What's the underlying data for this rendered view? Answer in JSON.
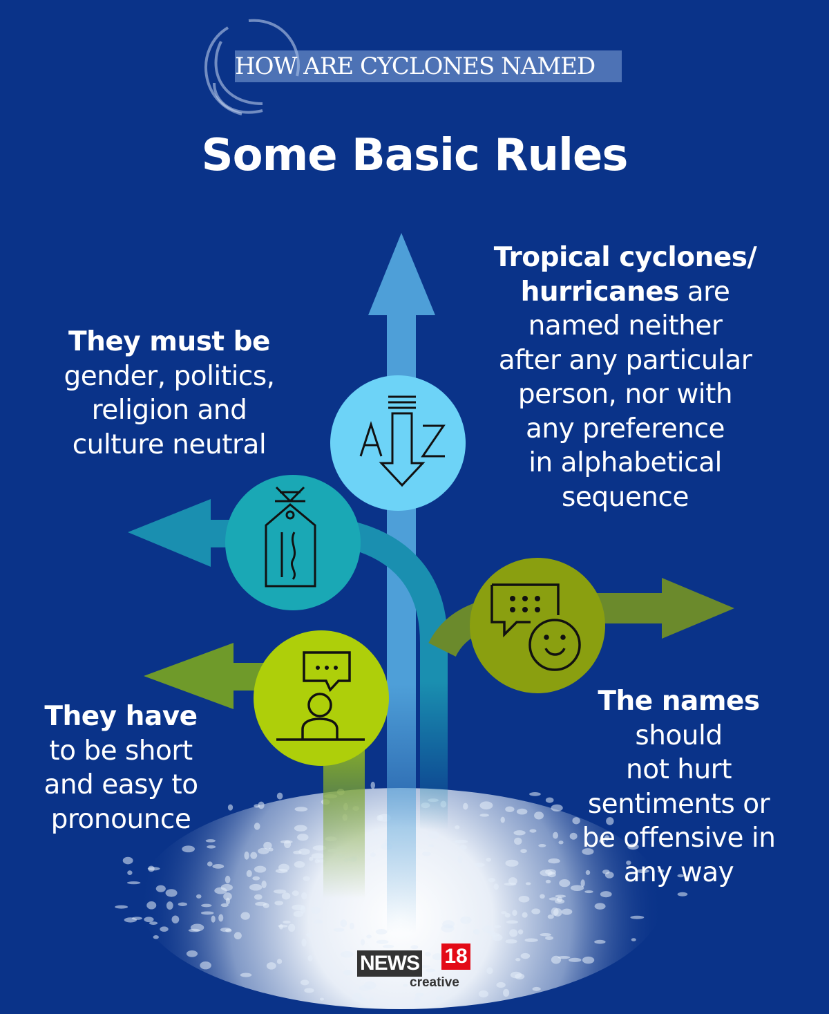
{
  "header": {
    "kicker": "HOW ARE CYCLONES NAMED",
    "title": "Some Basic Rules"
  },
  "rules": [
    {
      "id": "neutral",
      "icon": "tag-icon",
      "lines": [
        [
          {
            "b": "They must be"
          }
        ],
        [
          {
            "t": "gender, politics,"
          }
        ],
        [
          {
            "t": "religion and"
          }
        ],
        [
          {
            "t": "culture neutral"
          }
        ]
      ]
    },
    {
      "id": "no-person",
      "icon": "a-to-z-sort-icon",
      "lines": [
        [
          {
            "b": "Tropical cyclones/"
          }
        ],
        [
          {
            "b": "hurricanes"
          },
          {
            "t": " are"
          }
        ],
        [
          {
            "t": "named neither"
          }
        ],
        [
          {
            "t": "after any particular"
          }
        ],
        [
          {
            "t": "person, nor with"
          }
        ],
        [
          {
            "t": "any preference"
          }
        ],
        [
          {
            "t": "in alphabetical"
          }
        ],
        [
          {
            "t": "sequence"
          }
        ]
      ]
    },
    {
      "id": "short",
      "icon": "speaker-icon",
      "lines": [
        [
          {
            "b": "They have"
          }
        ],
        [
          {
            "t": "to be short"
          }
        ],
        [
          {
            "t": "and easy to"
          }
        ],
        [
          {
            "t": "pronounce"
          }
        ]
      ]
    },
    {
      "id": "not-offensive",
      "icon": "chat-smile-icon",
      "lines": [
        [
          {
            "b": "The names"
          }
        ],
        [
          {
            "t": "should"
          }
        ],
        [
          {
            "t": "not hurt"
          }
        ],
        [
          {
            "t": "sentiments or"
          }
        ],
        [
          {
            "t": "be offensive in"
          }
        ],
        [
          {
            "t": "any way"
          }
        ]
      ]
    }
  ],
  "logo": {
    "brand": "NEWS",
    "number": "18",
    "sub": "creative"
  },
  "colors": {
    "background": "#0a3389",
    "blue_arrow": "#4e9fd8",
    "teal_arrow": "#1a8fb0",
    "green_arrow": "#6f9a2a",
    "olive_arrow": "#6b8a2c",
    "az_circle": "#6dd3f7",
    "tag_circle": "#1aa8b5",
    "chat_circle": "#8a9f10",
    "person_circle": "#aecf0a"
  }
}
